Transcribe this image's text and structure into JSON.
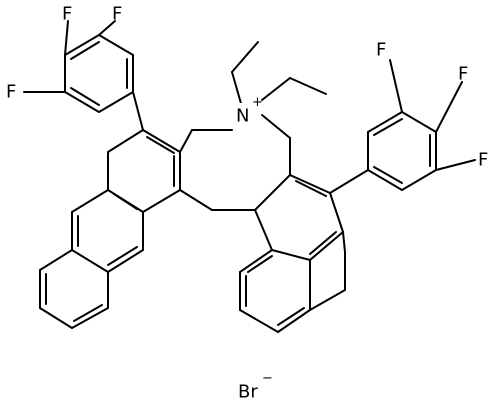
{
  "molecule": {
    "atoms": {
      "nitrogen": "N",
      "nitrogen_charge": "+",
      "fluorine": "F",
      "bromide": "Br",
      "bromide_charge": "−"
    }
  }
}
